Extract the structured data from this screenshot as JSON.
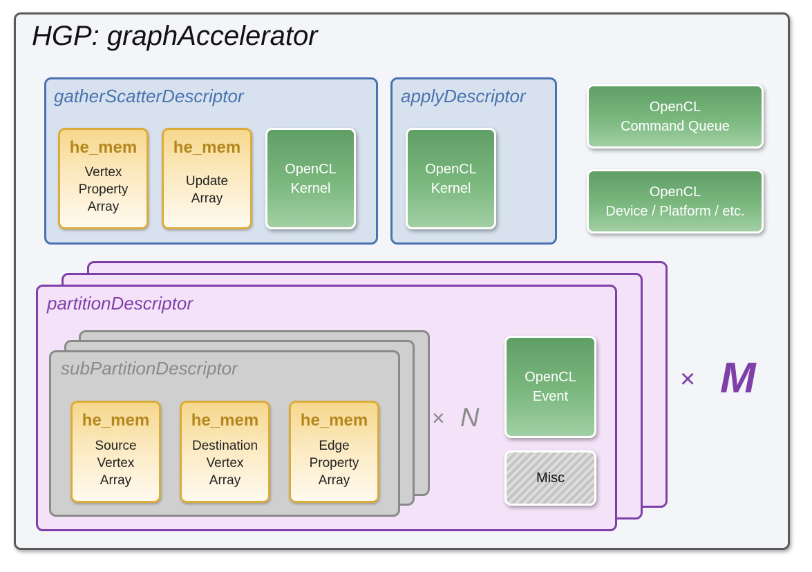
{
  "graph_accelerator": {
    "title": "HGP: graphAccelerator"
  },
  "gather_scatter": {
    "title": "gatherScatterDescriptor",
    "mem1": {
      "title": "he_mem",
      "body": "Vertex\nProperty\nArray"
    },
    "mem2": {
      "title": "he_mem",
      "body": "Update\nArray"
    },
    "kernel": "OpenCL\nKernel"
  },
  "apply": {
    "title": "applyDescriptor",
    "kernel": "OpenCL\nKernel"
  },
  "command_queue": "OpenCL\nCommand Queue",
  "device_platform": "OpenCL\nDevice / Platform / etc.",
  "partition": {
    "title": "partitionDescriptor",
    "event": "OpenCL\nEvent",
    "misc": "Misc",
    "multiplier_symbol": "×",
    "multiplier": "M"
  },
  "sub_partition": {
    "title": "subPartitionDescriptor",
    "mem_source": {
      "title": "he_mem",
      "body": "Source\nVertex\nArray"
    },
    "mem_destination": {
      "title": "he_mem",
      "body": "Destination\nVertex\nArray"
    },
    "mem_edge": {
      "title": "he_mem",
      "body": "Edge\nProperty\nArray"
    },
    "multiplier_symbol": "×",
    "multiplier": "N"
  },
  "colors": {
    "descriptor_blue": "#4a72b0",
    "partition_purple": "#7f3fa8",
    "subpartition_grey": "#8a8a8a",
    "he_mem_gold": "#b4871e",
    "opencl_green": "#6aa86f"
  }
}
